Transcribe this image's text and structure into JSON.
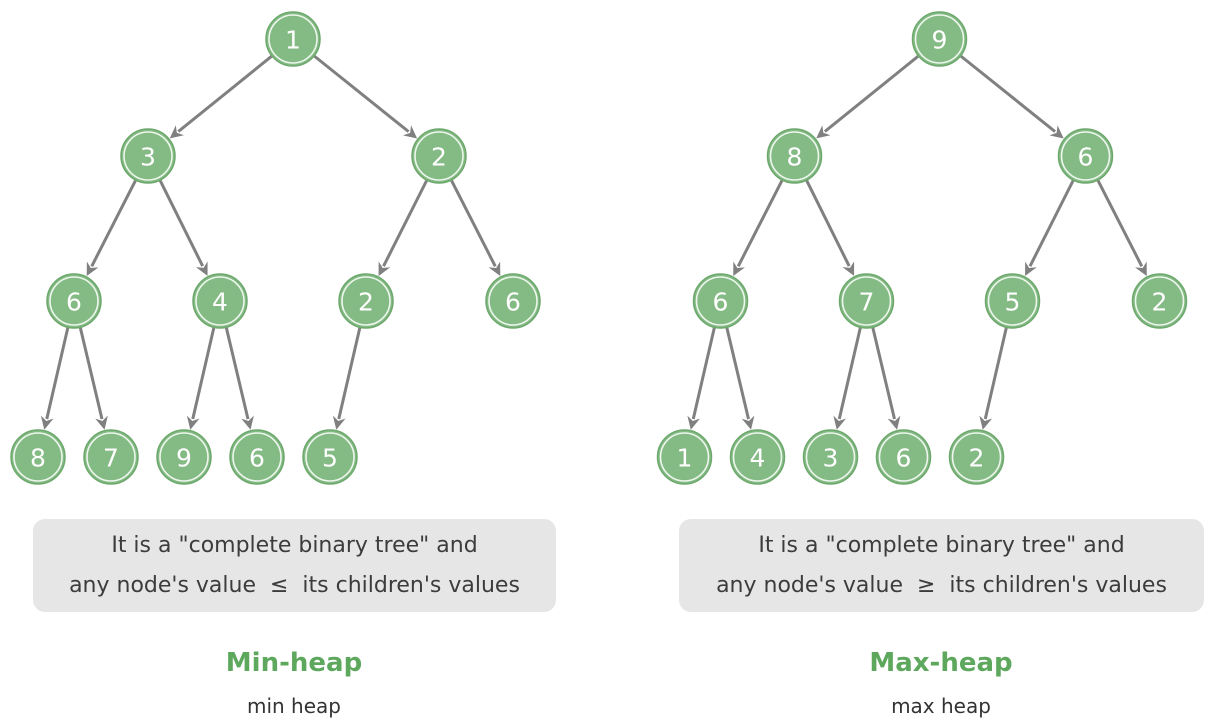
{
  "colors": {
    "node_fill": "#84ba84",
    "node_text": "#ffffff",
    "edge": "#808080",
    "title": "#5da85d",
    "caption_bg": "#e6e6e6"
  },
  "heaps": [
    {
      "id": "min-heap",
      "title": "Min-heap",
      "subtitle": "min heap",
      "caption": [
        "It is a \"complete binary tree\" and",
        "any node's value  ≤  its children's values"
      ],
      "values": [
        1,
        3,
        2,
        6,
        4,
        2,
        6,
        8,
        7,
        9,
        6,
        5
      ]
    },
    {
      "id": "max-heap",
      "title": "Max-heap",
      "subtitle": "max heap",
      "caption": [
        "It is a \"complete binary tree\" and",
        "any node's value  ≥  its children's values"
      ],
      "values": [
        9,
        8,
        6,
        6,
        7,
        5,
        2,
        1,
        4,
        3,
        6,
        2
      ]
    }
  ]
}
